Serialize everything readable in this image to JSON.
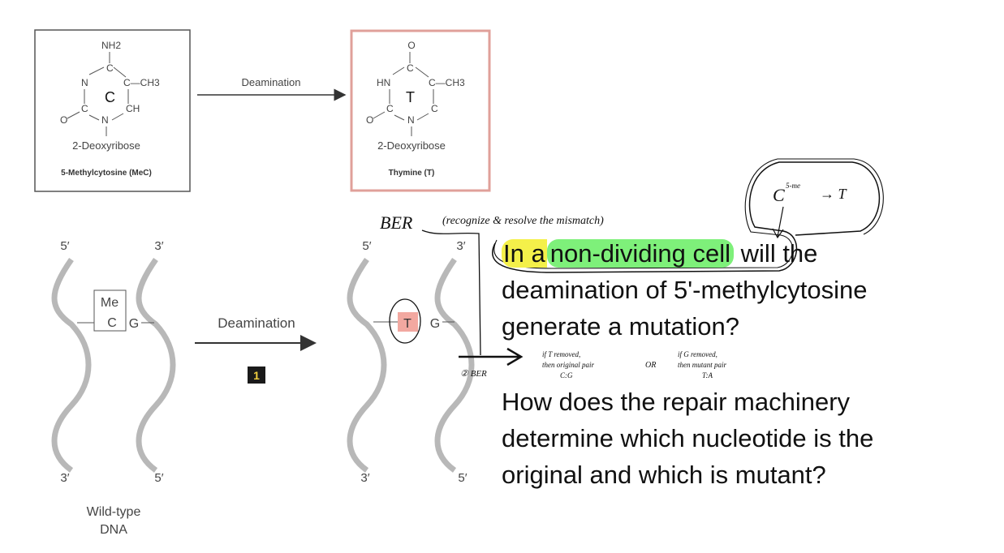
{
  "top": {
    "left_box": {
      "amino": "NH2",
      "methyl": "C—CH3",
      "base_letter": "C",
      "ring_n": "N",
      "ring_ch": "CH",
      "ring_o": "O",
      "sugar": "2-Deoxyribose",
      "caption": "5-Methylcytosine (MeC)"
    },
    "arrow_label": "Deamination",
    "right_box": {
      "keto": "O",
      "methyl": "C—CH3",
      "base_letter": "T",
      "ring_hn": "HN",
      "ring_c": "C",
      "ring_o": "O",
      "sugar": "2-Deoxyribose",
      "caption": "Thymine (T)"
    }
  },
  "bottom": {
    "left_dna": {
      "top_left": "5′",
      "top_right": "3′",
      "bottom_left": "3′",
      "bottom_right": "5′",
      "me_top": "Me",
      "me_bottom": "C",
      "partner": "G",
      "caption_line1": "Wild-type",
      "caption_line2": "DNA"
    },
    "arrow_label": "Deamination",
    "step_badge": "1",
    "right_dna": {
      "top_left": "5′",
      "top_right": "3′",
      "bottom_left": "3′",
      "bottom_right": "5′",
      "mutant_base": "T",
      "partner": "G"
    },
    "colors": {
      "mutant_highlight": "#f2a8a0",
      "box_border": "#e0a09a",
      "strand": "#b8b8b8"
    }
  },
  "question1": {
    "highlight_yellow": "In a",
    "highlight_green": "non-dividing cell",
    "rest_line1": "will the",
    "line2": "deamination of 5'-methylcytosine",
    "line3": "generate a mutation?"
  },
  "question2": {
    "line1": "How does the repair machinery",
    "line2": "determine which nucleotide is the",
    "line3": "original and which is mutant?"
  },
  "annotations": {
    "ber": "BER",
    "ber_note": "(recognize & resolve the mismatch)",
    "c5me": "C",
    "c5me_sup": "5-me",
    "c5me_arrow": "→ T",
    "step2": "② BER",
    "option1_line1": "if T removed,",
    "option1_line2": "then original pair",
    "option1_line3": "C:G",
    "or": "OR",
    "option2_line1": "if G removed,",
    "option2_line2": "then mutant pair",
    "option2_line3": "T:A"
  }
}
